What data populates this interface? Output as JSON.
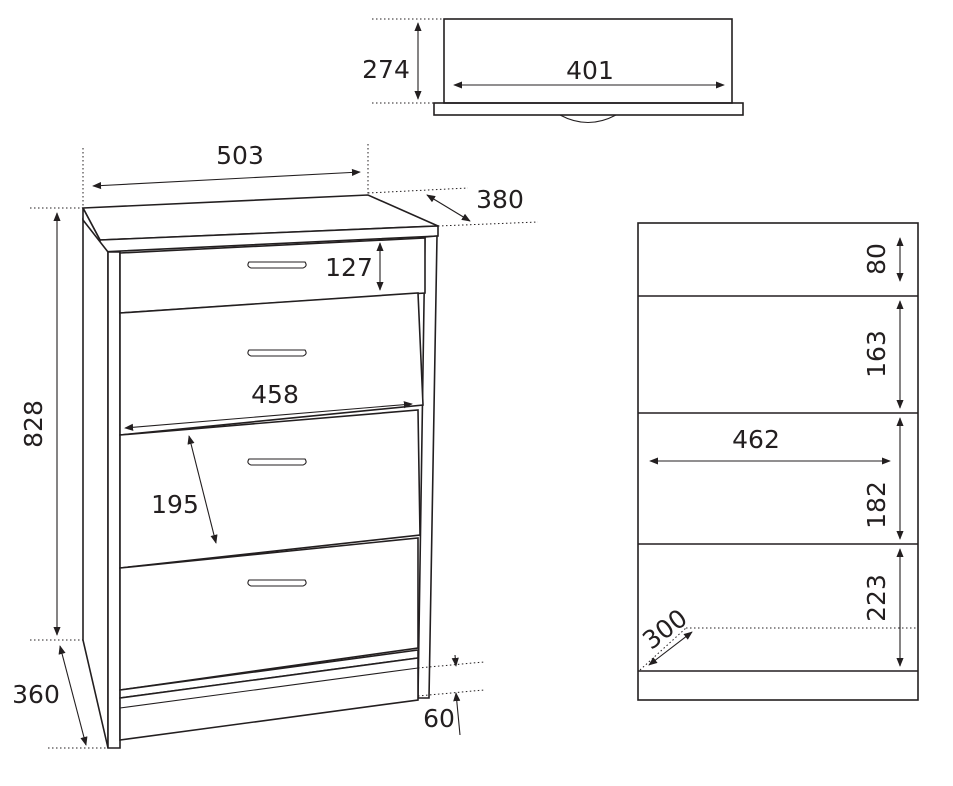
{
  "colors": {
    "stroke": "#231f20",
    "background": "#ffffff"
  },
  "dimensions": {
    "top_view": {
      "depth": "274",
      "width": "401"
    },
    "front_view": {
      "overall_width": "503",
      "top_depth": "380",
      "top_drawer_height": "127",
      "inner_width": "458",
      "flap_height": "195",
      "overall_height": "828",
      "base_depth": "360",
      "plinth_height": "60"
    },
    "section_view": {
      "compartment_1": "80",
      "compartment_2": "163",
      "inner_width": "462",
      "compartment_3": "182",
      "compartment_4": "223",
      "shelf_depth": "300"
    }
  }
}
